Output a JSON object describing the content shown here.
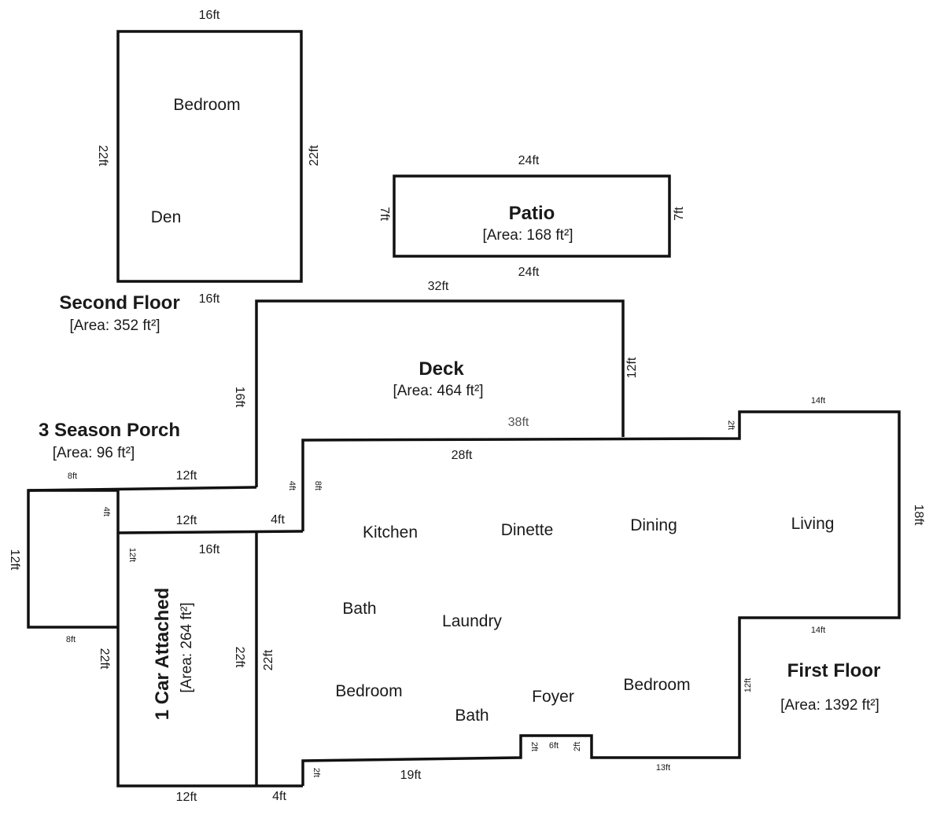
{
  "second_floor": {
    "title": "Second Floor",
    "area": "[Area: 352 ft²]",
    "rooms": {
      "bedroom": "Bedroom",
      "den": "Den"
    },
    "dims": {
      "top": "16ft",
      "bottom": "16ft",
      "left": "22ft",
      "right": "22ft"
    }
  },
  "patio": {
    "title": "Patio",
    "area": "[Area: 168 ft²]",
    "dims": {
      "top": "24ft",
      "bottom": "24ft",
      "left": "7ft",
      "right": "7ft"
    }
  },
  "deck": {
    "title": "Deck",
    "area": "[Area: 464 ft²]",
    "dims": {
      "top": "32ft",
      "right": "12ft",
      "left": "16ft",
      "inner": "38ft",
      "connector_top": "12ft",
      "connector_bottom": "12ft",
      "step": "4ft",
      "small_v1": "4ft",
      "small_v2": "8ft"
    }
  },
  "porch": {
    "title": "3 Season Porch",
    "area": "[Area: 96 ft²]",
    "dims": {
      "top": "8ft",
      "bottom": "8ft",
      "left": "12ft",
      "right": "4ft"
    }
  },
  "garage": {
    "title": "1 Car Attached",
    "area": "[Area: 264 ft²]",
    "dims": {
      "top": "16ft",
      "bottom": "12ft",
      "left": "22ft",
      "right": "22ft",
      "left_upper": "12ft",
      "bottom_step": "4ft"
    }
  },
  "first_floor": {
    "title": "First Floor",
    "area": "[Area: 1392 ft²]",
    "rooms": {
      "kitchen": "Kitchen",
      "dinette": "Dinette",
      "dining": "Dining",
      "living": "Living",
      "bath1": "Bath",
      "laundry": "Laundry",
      "bedroom1": "Bedroom",
      "bath2": "Bath",
      "foyer": "Foyer",
      "bedroom2": "Bedroom"
    },
    "dims": {
      "top": "28ft",
      "left": "22ft",
      "right_top": "14ft",
      "right_side": "18ft",
      "right_mid": "14ft",
      "right_lower": "12ft",
      "bottom_right": "13ft",
      "bottom_left": "19ft",
      "foyer_bump": "6ft",
      "bump_left": "2ft",
      "bump_right": "2ft",
      "step_top": "2ft",
      "step_bottom": "2ft"
    }
  }
}
